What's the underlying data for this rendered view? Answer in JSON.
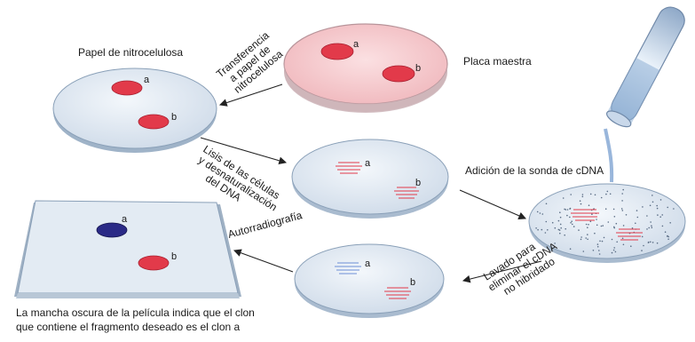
{
  "labels": {
    "nitro_paper": "Papel de nitrocelulosa",
    "master_plate": "Placa maestra",
    "transfer": [
      "Transferencia",
      "a papel de",
      "nitrocelulosa"
    ],
    "lysis": [
      "Lisis de las células",
      "y desnaturalización",
      "del DNA"
    ],
    "probe": "Adición de la sonda de cDNA",
    "wash": [
      "Lavado para",
      "eliminar el cDNA",
      "no hibridado"
    ],
    "autorad": "Autorradiografía",
    "caption_line1": "La mancha oscura de la película indica que el clon",
    "caption_line2": "que contiene el fragmento deseado es el clon a"
  },
  "markers": {
    "a": "a",
    "b": "b"
  },
  "colors": {
    "colony_red": "#e23a4a",
    "positive_spot": "#2a2a86",
    "plate_pink": "#f6c9cc",
    "membrane_blue": "#dfe8f3",
    "hybrid_blue": "#6d8fd6"
  }
}
